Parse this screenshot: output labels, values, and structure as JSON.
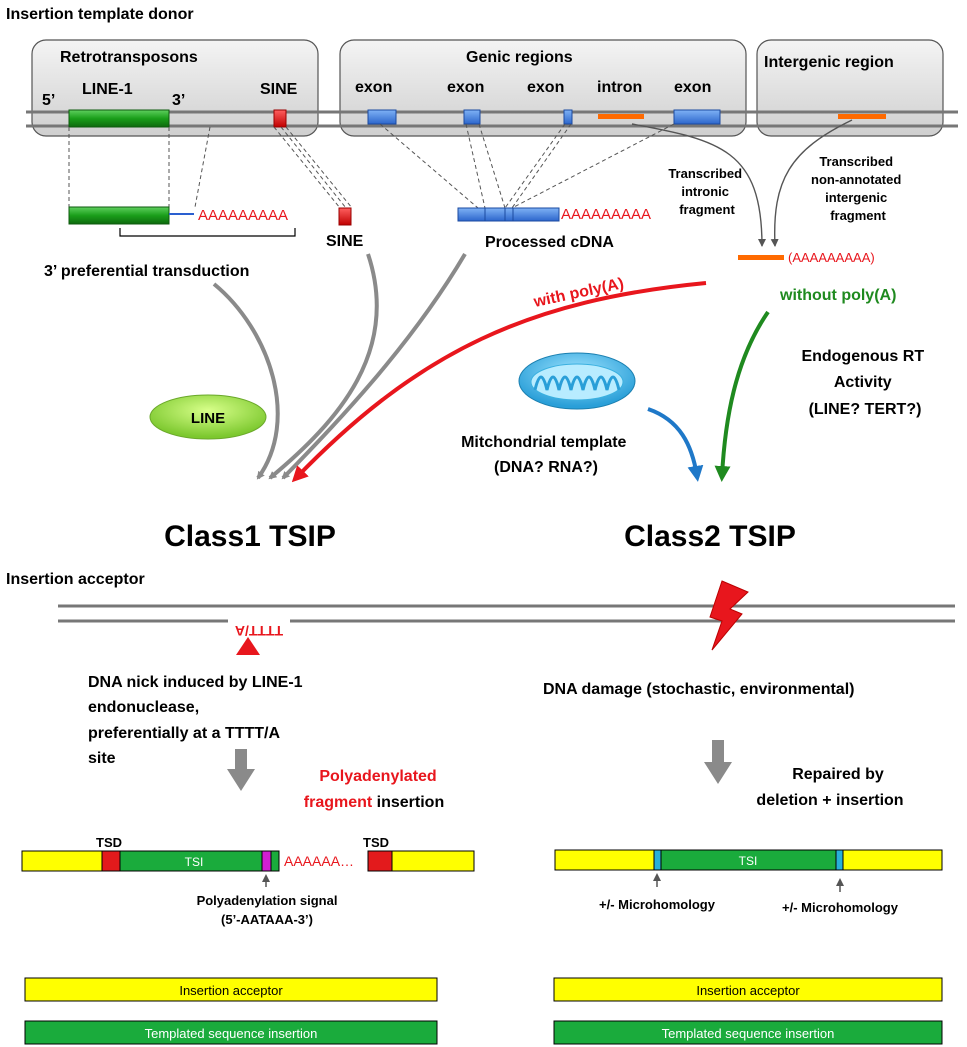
{
  "donor": {
    "section_title": "Insertion template donor",
    "retro_box": "Retrotransposons",
    "genic_box": "Genic regions",
    "intergenic_box": "Intergenic region",
    "five_prime": "5’",
    "line1": "LINE-1",
    "three_prime": "3’",
    "sine_top": "SINE",
    "exon1": "exon",
    "exon2": "exon",
    "exon3": "exon",
    "intron": "intron",
    "exon4": "exon",
    "polyA_line": "AAAAAAAAA",
    "sine_copy": "SINE",
    "polyA_cdna": "AAAAAAAAA",
    "processed_cdna": "Processed cDNA",
    "transduction": "3’ preferential transduction",
    "intronic_1": "Transcribed",
    "intronic_2": "intronic",
    "intronic_3": "fragment",
    "intergenic_1": "Transcribed",
    "intergenic_2": "non-annotated",
    "intergenic_3": "intergenic",
    "intergenic_4": "fragment",
    "polyA_paren": "(AAAAAAAAA)",
    "with_polyA": "with  poly(A)",
    "without_polyA": "without  poly(A)",
    "line_ellipse": "LINE",
    "rt_1": "Endogenous RT",
    "rt_2": "Activity",
    "rt_3": "(LINE?    TERT?)",
    "mito_1": "Mitchondrial template",
    "mito_2": "(DNA?    RNA?)",
    "class1": "Class1 TSIP",
    "class2": "Class2 TSIP"
  },
  "acceptor": {
    "section_title": "Insertion acceptor",
    "site_label": "TTTT/A",
    "nick_1": "DNA nick induced by LINE-1",
    "nick_2": "endonuclease,",
    "nick_3": "preferentially at a TTTT/A",
    "nick_4": "site",
    "poly_1": "Polyadenylated",
    "poly_2a": "fragment",
    "poly_2b": " insertion",
    "damage": "DNA damage (stochastic, environmental)",
    "repair_1": "Repaired by",
    "repair_2": "deletion + insertion",
    "tsd_left": "TSD",
    "tsd_right": "TSD",
    "tsi_left": "TSI",
    "tail": "AAAAAA…",
    "signal_1": "Polyadenylation signal",
    "signal_2": "(5’-AATAAA-3’)",
    "tsi_right": "TSI",
    "micro_left": "+/- Microhomology",
    "micro_right": "+/- Microhomology"
  },
  "legend": {
    "acceptor_left": "Insertion acceptor",
    "tsi_left": "Templated sequence insertion",
    "acceptor_right": "Insertion acceptor",
    "tsi_right": "Templated sequence insertion"
  },
  "colors": {
    "line1_green": "#1a9e1a",
    "sine_red": "#e31a1c",
    "exon_blue": "#3a78d8",
    "intron_orange": "#ff6a00",
    "polyA_red": "#e8161d",
    "without_green": "#1f8a1f",
    "mito_blue": "#1f78c8",
    "acceptor_yellow": "#ffff00",
    "tsi_green": "#1aab3c",
    "signal_magenta": "#d21fd2",
    "micro_blue": "#28b0d8"
  }
}
